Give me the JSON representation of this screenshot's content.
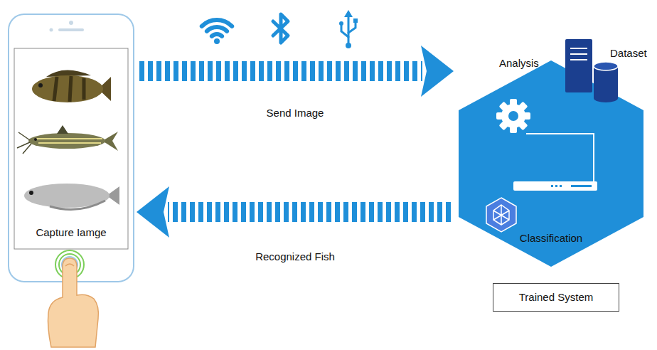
{
  "diagram": {
    "nodes": [
      {
        "text": [
          "Capture Iamge"
        ]
      },
      {
        "text": [
          "Analysis",
          "Dataset",
          "Classification"
        ]
      },
      {
        "text": [
          "Trained System"
        ]
      }
    ],
    "edges": [
      {
        "from": 0,
        "to": 1,
        "arrow": "to",
        "label": "Send Image"
      },
      {
        "from": 1,
        "to": 0,
        "arrow": "to",
        "label": "Recognized Fish"
      }
    ]
  }
}
